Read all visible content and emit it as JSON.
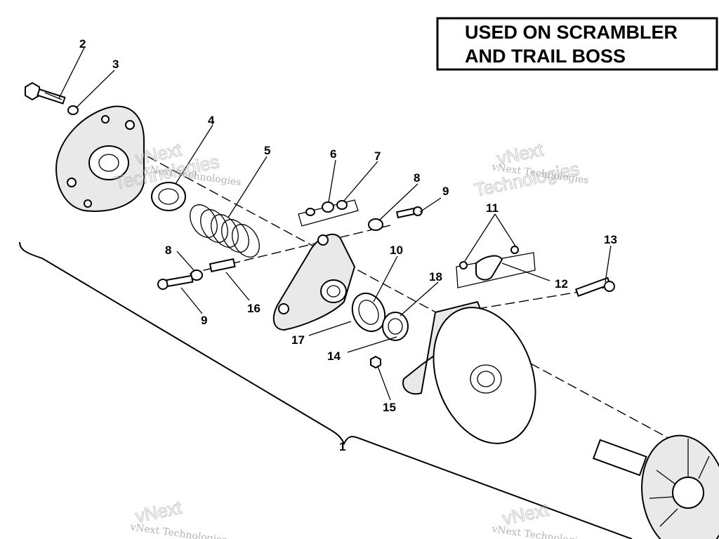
{
  "title_box": {
    "line1": "USED ON SCRAMBLER",
    "line2": "AND TRAIL BOSS"
  },
  "callouts": {
    "c1": "1",
    "c2": "2",
    "c3": "3",
    "c4": "4",
    "c5": "5",
    "c6": "6",
    "c7": "7",
    "c8a": "8",
    "c8b": "8",
    "c9a": "9",
    "c9b": "9",
    "c10": "10",
    "c11": "11",
    "c12": "12",
    "c13": "13",
    "c14": "14",
    "c15": "15",
    "c16": "16",
    "c17": "17",
    "c18": "18"
  },
  "watermark": {
    "small": "vNext Technologies",
    "big1": "vNext",
    "big2": "Technologies"
  }
}
